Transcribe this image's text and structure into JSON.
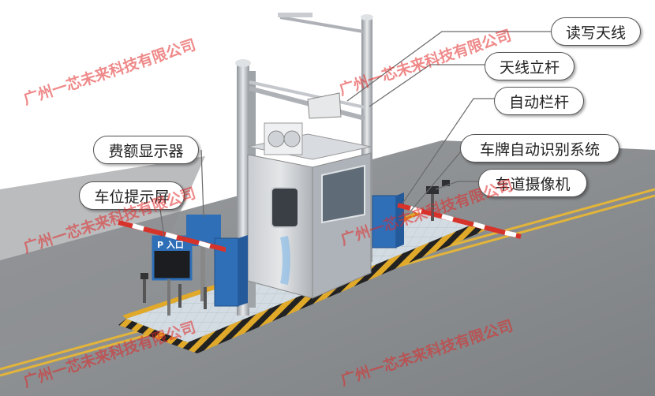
{
  "labels": {
    "antenna_reader": "读写天线",
    "antenna_pole": "天线立杆",
    "barrier_arm": "自动栏杆",
    "fee_display": "费额显示器",
    "plate_recognition": "车牌自动识别系统",
    "space_display": "车位提示屏",
    "lane_camera": "车道摄像机"
  },
  "signage": {
    "entry_sign": "P 入口"
  },
  "watermark": "广州一芯未来科技有限公司",
  "colors": {
    "road": "#8c8f92",
    "lane_line": "#e2b43a",
    "island": "#d6dde2",
    "hazard_stripe": "#e0a92a",
    "barrier_red": "#d6332b",
    "equipment_blue": "#2f6fb8",
    "booth_steel": "#b8bcc2",
    "watermark_red": "#e03030"
  }
}
